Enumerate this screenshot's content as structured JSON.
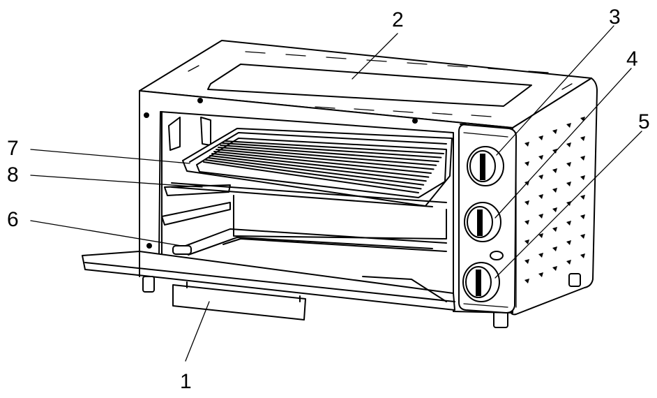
{
  "callouts": [
    {
      "id": "1",
      "label": "1"
    },
    {
      "id": "2",
      "label": "2"
    },
    {
      "id": "3",
      "label": "3"
    },
    {
      "id": "4",
      "label": "4"
    },
    {
      "id": "5",
      "label": "5"
    },
    {
      "id": "6",
      "label": "6"
    },
    {
      "id": "7",
      "label": "7"
    },
    {
      "id": "8",
      "label": "8"
    }
  ],
  "style": {
    "line_color": "#000000",
    "background": "#ffffff"
  }
}
